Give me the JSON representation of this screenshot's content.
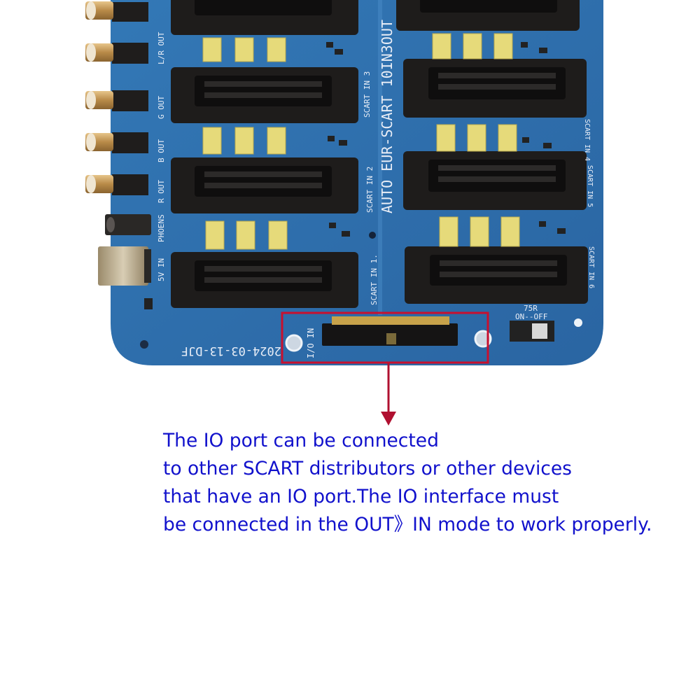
{
  "board": {
    "title": "AUTO EUR-SCART 10IN3OUT",
    "date_code": "2024-03-13-DJF",
    "io_label": "I/O IN",
    "switch_label_top": "75R",
    "switch_label_bottom": "ON--OFF",
    "left_labels": [
      "L/R OUT",
      "G OUT",
      "B OUT",
      "R OUT",
      "PHOENS",
      "5V IN"
    ],
    "left_scart_labels": [
      "SCART IN 3",
      "SCART IN 2",
      "SCART IN 1."
    ],
    "right_scart_labels": [
      "SCART IN 4",
      "SCART IN 5",
      "SCART IN 6"
    ],
    "colors": {
      "pcb": "#2f6fae",
      "connector": "#1d1b1a",
      "capacitor": "#e6da7a",
      "annotation": "#c8102e",
      "caption": "#1111cc"
    }
  },
  "caption": {
    "lines": [
      "The IO port can be connected",
      "to other SCART distributors or other devices",
      "that have an IO port.The IO interface must",
      "be connected in the OUT》IN mode to work properly."
    ]
  }
}
